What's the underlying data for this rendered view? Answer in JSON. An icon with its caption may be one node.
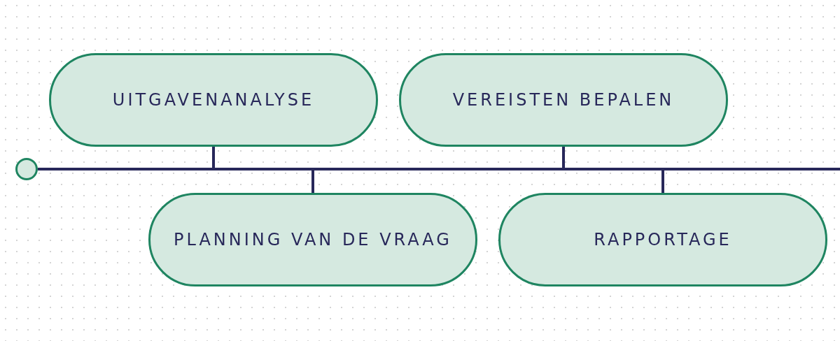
{
  "diagram": {
    "nodes": [
      {
        "text": [],
        "shape": "circle"
      },
      {
        "text": [
          "UITGAVENANALYSE"
        ]
      },
      {
        "text": [
          "VEREISTEN BEPALEN"
        ]
      },
      {
        "text": [
          "PLANNING VAN DE VRAAG"
        ]
      },
      {
        "text": [
          "RAPPORTAGE"
        ]
      }
    ],
    "edges": [
      {
        "from": 0,
        "to": null,
        "arrow": "none"
      },
      {
        "from": 1,
        "to": null,
        "arrow": "none"
      },
      {
        "from": 2,
        "to": null,
        "arrow": "none"
      },
      {
        "from": 3,
        "to": null,
        "arrow": "none"
      },
      {
        "from": 4,
        "to": null,
        "arrow": "none"
      }
    ]
  }
}
